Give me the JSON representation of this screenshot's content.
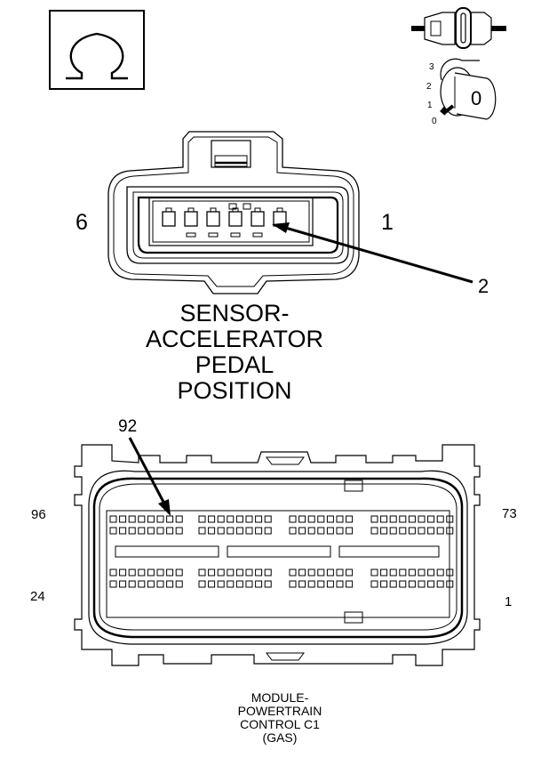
{
  "ohm_symbol": "Ω",
  "key_switch": {
    "positions": [
      "3",
      "2",
      "1",
      "0"
    ],
    "key_label": "0"
  },
  "sensor_connector": {
    "pin_left": "6",
    "pin_right": "1",
    "callout": "2",
    "title_lines": [
      "SENSOR-",
      "ACCELERATOR",
      "PEDAL",
      "POSITION"
    ]
  },
  "pcm_connector": {
    "callout": "92",
    "pin_top_left": "96",
    "pin_top_right": "73",
    "pin_bottom_left": "24",
    "pin_bottom_right": "1",
    "title_lines": [
      "MODULE-",
      "POWERTRAIN",
      "CONTROL C1",
      "(GAS)"
    ]
  },
  "colors": {
    "line": "#000000",
    "background": "#ffffff"
  }
}
